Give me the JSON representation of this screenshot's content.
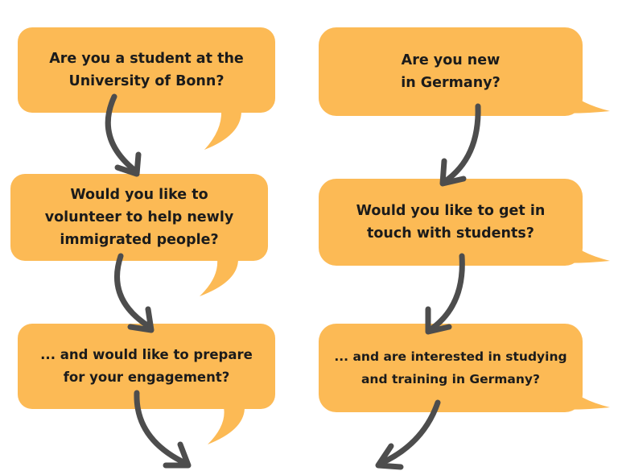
{
  "colors": {
    "bubble_fill": "#fcba55",
    "arrow": "#4d4d4d",
    "text": "#1b1b1b",
    "background": "#ffffff"
  },
  "left_column": [
    {
      "lines": [
        "Are you a student at the",
        "University of Bonn?"
      ]
    },
    {
      "lines": [
        "Would you like to",
        "volunteer to help newly",
        "immigrated people?"
      ]
    },
    {
      "lines": [
        "... and would like to prepare",
        "for your engagement?"
      ]
    }
  ],
  "right_column": [
    {
      "lines": [
        "Are you new",
        "in Germany?"
      ]
    },
    {
      "lines": [
        "Would you like to get in",
        "touch with students?"
      ]
    },
    {
      "lines": [
        "... and are interested in studying",
        "and training in Germany?"
      ]
    }
  ]
}
